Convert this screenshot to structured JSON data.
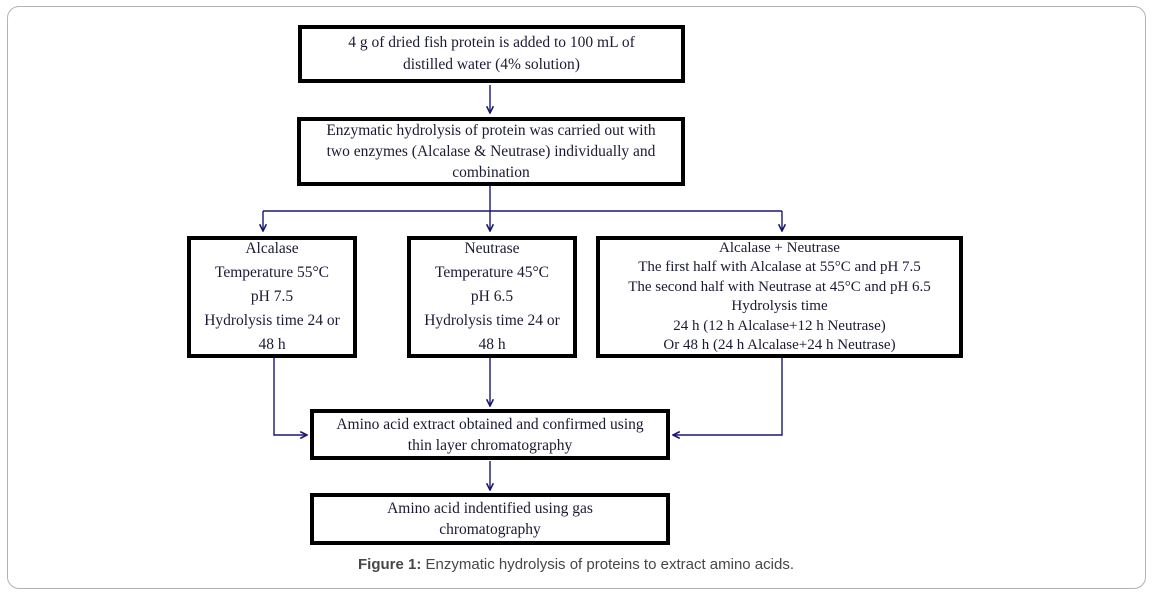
{
  "figure": {
    "nodes": [
      {
        "id": "sample-prep",
        "text": "4 g of dried fish protein is added to 100 mL of\ndistilled water (4% solution)"
      },
      {
        "id": "hydrolysis",
        "text": "Enzymatic hydrolysis of protein was carried out with\ntwo enzymes (Alcalase & Neutrase) individually and\ncombination"
      },
      {
        "id": "alcalase",
        "text": "Alcalase\nTemperature 55°C\npH 7.5\nHydrolysis time 24 or\n48 h"
      },
      {
        "id": "neutrase",
        "text": "Neutrase\nTemperature 45°C\npH 6.5\nHydrolysis time 24 or\n48 h"
      },
      {
        "id": "combined",
        "text": "Alcalase + Neutrase\nThe first half with Alcalase at 55°C and pH 7.5\nThe second half with Neutrase at 45°C and pH 6.5\nHydrolysis time\n24 h (12 h Alcalase+12 h Neutrase)\nOr 48 h (24 h Alcalase+24 h Neutrase)"
      },
      {
        "id": "tlc-confirmation",
        "text": "Amino acid extract obtained and confirmed using\nthin layer chromatography"
      },
      {
        "id": "gc-identification",
        "text": "Amino acid indentified using gas\nchromatography"
      }
    ],
    "caption": {
      "label": "Figure 1:",
      "text": " Enzymatic hydrolysis of proteins to extract amino acids."
    }
  },
  "colors": {
    "arrow": "#191970",
    "box_text": "#1a1a33",
    "box_border": "#000000",
    "frame_border": "#b3b3b3",
    "caption_text": "#474747"
  }
}
